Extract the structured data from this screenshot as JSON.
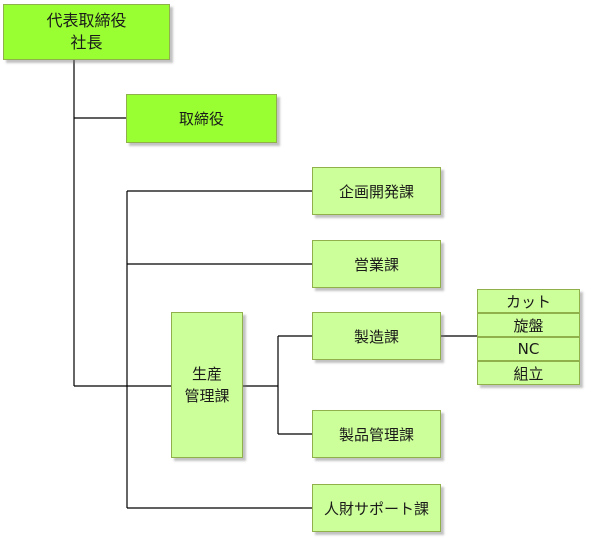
{
  "ceo": {
    "line1": "代表取締役",
    "line2": "社長"
  },
  "director": "取締役",
  "departments": {
    "planning": "企画開発課",
    "sales": "営業課",
    "manufacturing": "製造課",
    "quality": "製品管理課",
    "hr": "人財サポート課"
  },
  "production": {
    "line1": "生産",
    "line2": "管理課"
  },
  "manufacturing_units": [
    "カット",
    "旋盤",
    "NC",
    "組立"
  ],
  "colors": {
    "top": "#99ff33",
    "node": "#ccff99",
    "border": "#8fb04a",
    "line": "#000000"
  }
}
